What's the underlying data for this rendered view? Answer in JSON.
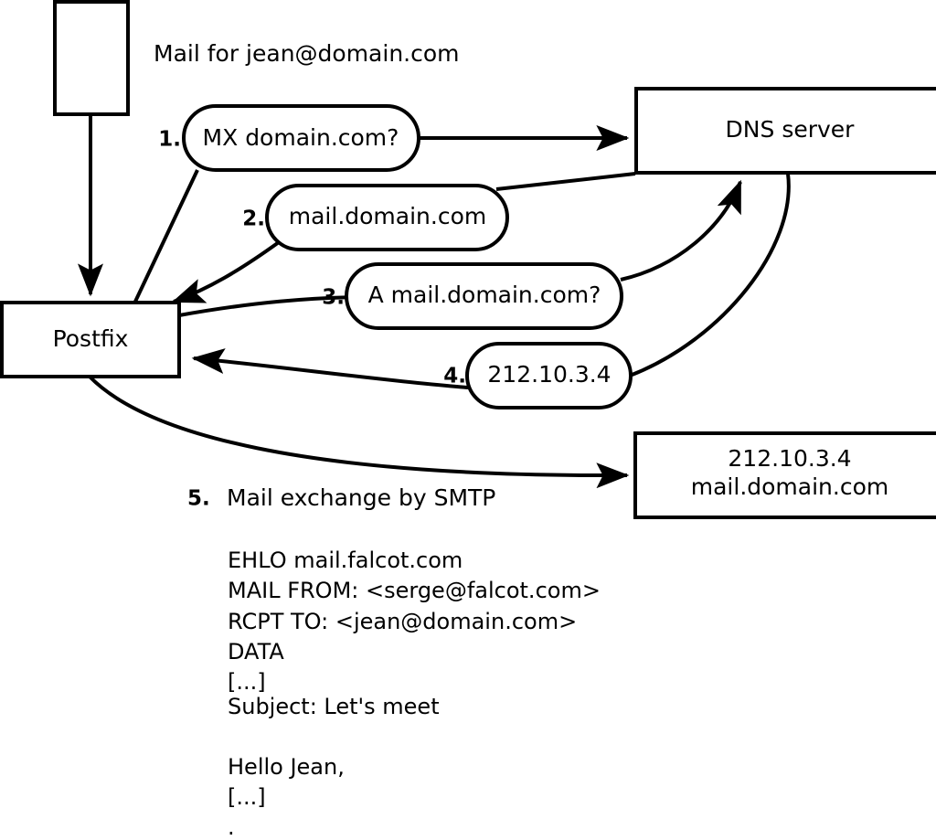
{
  "diagram": {
    "title_note": "Mail for jean@domain.com",
    "nodes": [
      {
        "id": "client",
        "label": "",
        "kind": "box"
      },
      {
        "id": "postfix",
        "label": "Postfix",
        "kind": "box"
      },
      {
        "id": "dns",
        "label": "DNS server",
        "kind": "box"
      },
      {
        "id": "mailserver",
        "label_line1": "212.10.3.4",
        "label_line2": "mail.domain.com",
        "kind": "box"
      }
    ],
    "steps": [
      {
        "number": "1.",
        "label": "MX domain.com?"
      },
      {
        "number": "2.",
        "label": "mail.domain.com"
      },
      {
        "number": "3.",
        "label": "A mail.domain.com?"
      },
      {
        "number": "4.",
        "label": "212.10.3.4"
      }
    ],
    "final_step": {
      "number": "5.",
      "label": "Mail exchange by SMTP"
    },
    "transcript": [
      "EHLO mail.falcot.com",
      "MAIL FROM: <serge@falcot.com>",
      "RCPT TO: <jean@domain.com>",
      "DATA",
      "[...]",
      "Subject: Let's meet",
      "",
      "Hello Jean,",
      "[...]",
      "."
    ],
    "colors": {
      "stroke": "#000000",
      "fill": "#ffffff",
      "background": "#ffffff"
    }
  }
}
